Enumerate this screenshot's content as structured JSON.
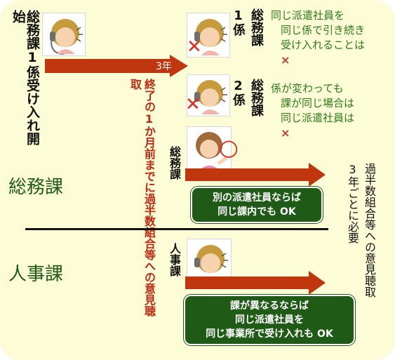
{
  "start_label": "総務課1係受け入れ開始",
  "arrow_3year": "3年",
  "deadline_label": "終了の1か月前までに過半数組合等への意見聴取",
  "case1": {
    "dept": "総務課",
    "section": "1係",
    "note": [
      "同じ派遣社員を",
      "同じ係で引き続き",
      "受け入れることは"
    ],
    "mark": "×"
  },
  "case2": {
    "dept": "総務課",
    "section": "2係",
    "note": [
      "係が変わっても",
      "課が同じ場合は",
      "同じ派遣社員は"
    ],
    "mark": "×"
  },
  "case3": {
    "dept": "総務課",
    "mark": "○",
    "box": [
      "別の派遣社員ならば",
      "同じ課内でも OK"
    ]
  },
  "section_soumu": "総務課",
  "section_jinji": "人事課",
  "case4": {
    "dept": "人事課",
    "box": [
      "課が異なるならば",
      "同じ派遣社員を",
      "同じ事業所で受け入れも OK"
    ]
  },
  "right_note": [
    "過半数組合等への意見聴取",
    "3年ごとに必要"
  ]
}
